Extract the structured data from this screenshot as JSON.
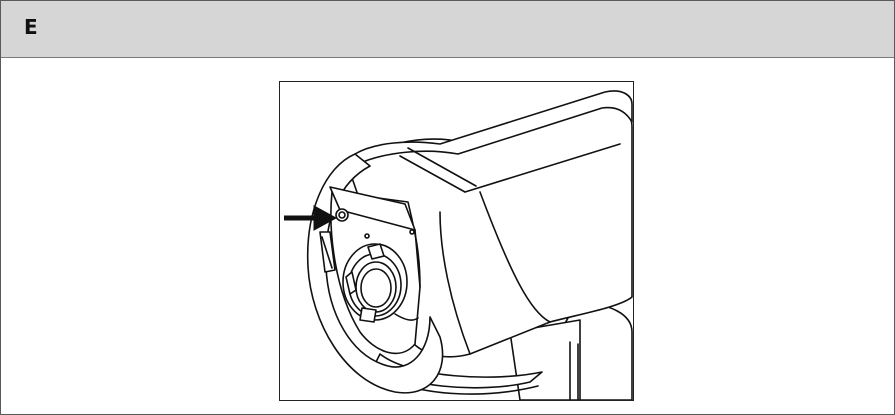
{
  "panel": {
    "letter": "E"
  },
  "illustration": {
    "subject": "camera-housing-rear-view",
    "indicator": "arrow-pointing-to-button",
    "stroke_color": "#111111",
    "fill_color": "#ffffff",
    "shade_color": "#e9e9e9"
  }
}
